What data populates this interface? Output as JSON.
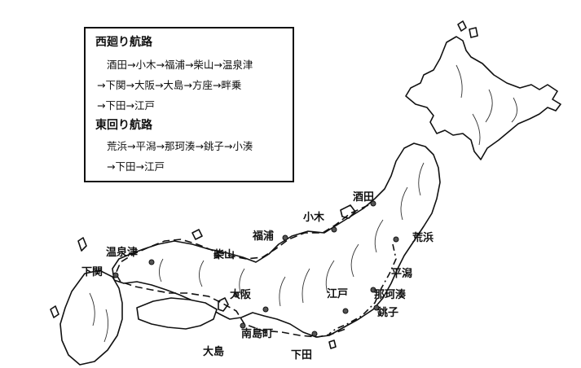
{
  "legend": {
    "west_title": "西廻り航路",
    "west_line1": "酒田→小木→福浦→柴山→温泉津",
    "west_line2": "→下関→大阪→大島→方座→畔乗",
    "west_line3": "→下田→江戸",
    "east_title": "東回り航路",
    "east_line1": "荒浜→平潟→那珂湊→銚子→小湊",
    "east_line2": "→下田→江戸"
  },
  "places": {
    "sakata": "酒田",
    "ogi": "小木",
    "fukura": "福浦",
    "arahama": "荒浜",
    "hirakata": "平潟",
    "nakaminato": "那珂湊",
    "choshi": "銚子",
    "edo": "江戸",
    "yunotsu": "温泉津",
    "shimonoseki": "下関",
    "shibayama": "柴山",
    "osaka": "大阪",
    "minamishima": "南島町",
    "oshima": "大島",
    "shimoda": "下田"
  }
}
